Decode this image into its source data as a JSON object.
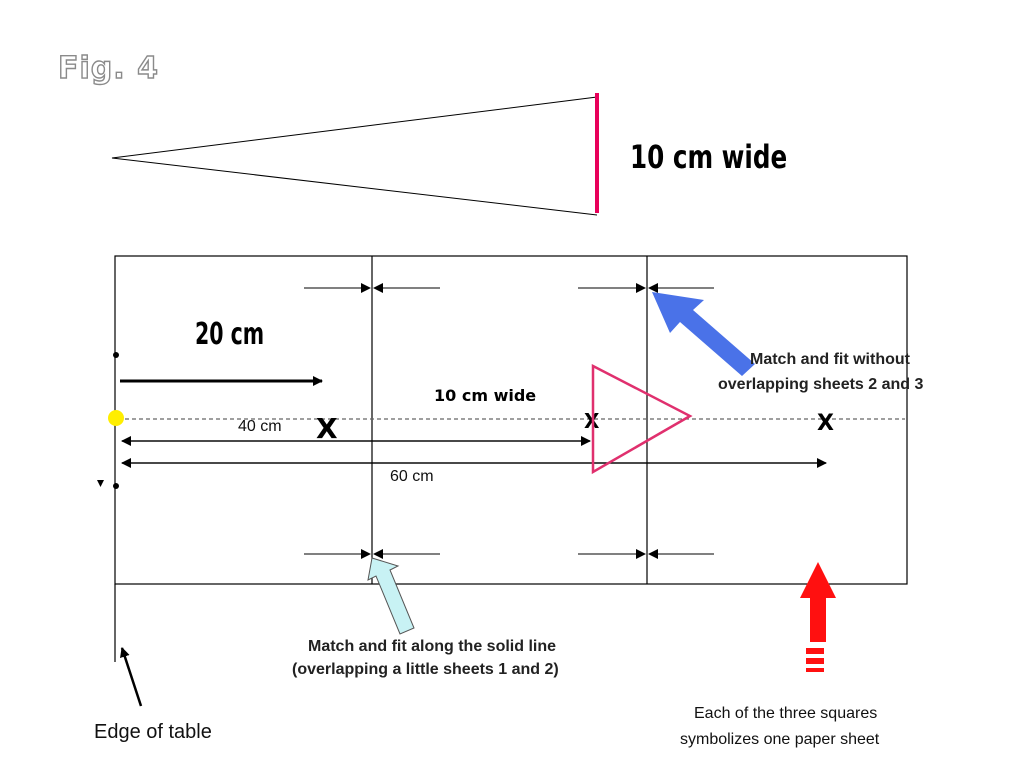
{
  "figure": {
    "title": "Fig. 4",
    "cone_width_label": "10 cm wide",
    "dim_20": "20 cm",
    "dim_40": "40 cm",
    "dim_60": "60 cm",
    "triangle_label": "10 cm wide",
    "cross_mark": "X",
    "callout_blue_line1": "Match and fit without",
    "callout_blue_line2": "overlapping sheets 2 and 3",
    "callout_cyan_line1": "Match and fit along the solid line",
    "callout_cyan_line2": "(overlapping a little sheets 1 and 2)",
    "callout_red_line1": "Each of the three squares",
    "callout_red_line2": "symbolizes one paper sheet",
    "edge_label": "Edge of table"
  },
  "colors": {
    "triangle": "#e0306e",
    "cone_edge": "#e8005a",
    "arrow_blue": "#4a72e8",
    "arrow_cyan": "#c8f2f4",
    "arrow_red": "#ff1010",
    "marker_yellow": "#ffee00"
  }
}
